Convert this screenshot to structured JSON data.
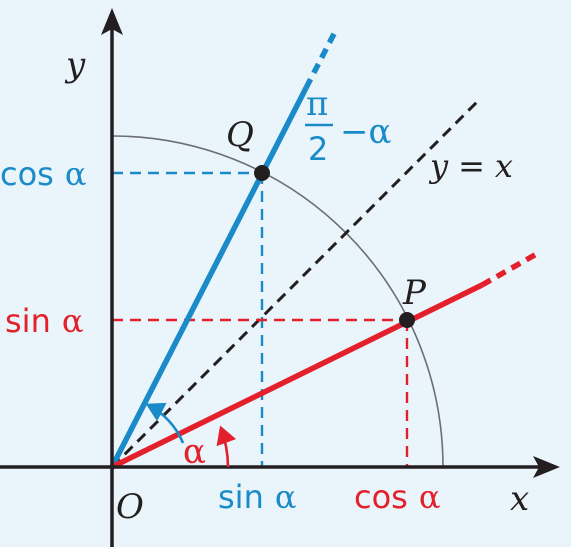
{
  "figure": {
    "axes": {
      "x_label": "x",
      "y_label": "y",
      "origin_label": "O"
    },
    "points": {
      "p_label": "P",
      "q_label": "Q"
    },
    "diagonal_label": {
      "lhs": "y",
      "eq": "=",
      "rhs": "x"
    },
    "angle_label": "α",
    "complement_label": {
      "num": "π",
      "den": "2",
      "minus_alpha": "−α"
    },
    "x_ticks": {
      "sin": {
        "fn": "sin",
        "arg": "α"
      },
      "cos": {
        "fn": "cos",
        "arg": "α"
      }
    },
    "y_ticks": {
      "cos": {
        "fn": "cos",
        "arg": "α"
      },
      "sin": {
        "fn": "sin",
        "arg": "α"
      }
    },
    "colors": {
      "background": "#EAF5FB",
      "axes": "#231F20",
      "red": "#E3202B",
      "blue": "#1A8BC8",
      "arc": "#6D6E71",
      "diagonal": "#231F20"
    }
  }
}
